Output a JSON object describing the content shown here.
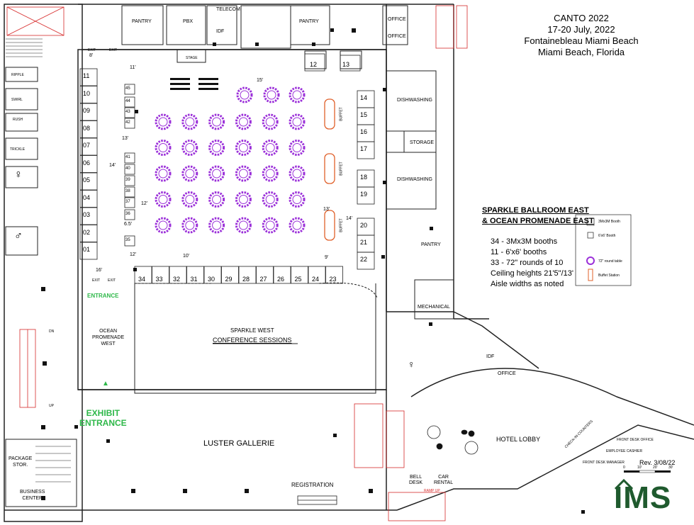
{
  "event": {
    "title": "CANTO 2022",
    "dates": "17-20 July, 2022",
    "venue": "Fontainebleau Miami Beach",
    "city": "Miami Beach, Florida"
  },
  "subtitle": {
    "line1": "SPARKLE BALLROOM EAST",
    "line2": "& OCEAN PROMENADE EAST"
  },
  "specs": [
    "34 - 3Mx3M booths",
    "11 - 6'x6' booths",
    "33 - 72\" rounds of 10",
    "Ceiling heights 21'5\"/13'",
    "Aisle widths as noted"
  ],
  "legend": {
    "booth3m": "3Mx3M Booth",
    "booth6": "6'x6' Booth",
    "round": "72\" round table",
    "buffet": "Buffet Station"
  },
  "revision": "Rev. 3/08/22",
  "logo": "IMS",
  "colors": {
    "tables": "#9b30d9",
    "buffet": "#e0602a",
    "entrance": "#2fb84a",
    "fire": "#d62a2a",
    "logo": "#1f5a2e"
  },
  "rooms": {
    "pantry1": "PANTRY",
    "pbx": "PBX",
    "telecom": "TELECOM",
    "idf": "IDF",
    "pantry2": "PANTRY",
    "office1": "OFFICE",
    "office2": "OFFICE",
    "stage": "STAGE",
    "dishwashing1": "DISHWASHING",
    "storage": "STORAGE",
    "dishwashing2": "DISHWASHING",
    "pantry3": "PANTRY",
    "mechanical": "MECHANICAL",
    "ripple": "RIPPLE",
    "swirl": "SWIRL",
    "rush": "RUSH",
    "trickle": "TRICKLE",
    "entrance": "ENTRANCE",
    "ocean_promenade": [
      "OCEAN",
      "PROMENADE",
      "WEST"
    ],
    "sparkle_west": "SPARKLE WEST",
    "conference": "CONFERENCE SESSIONS",
    "exhibit_entrance": [
      "EXHIBIT",
      "ENTRANCE"
    ],
    "luster": "LUSTER GALLERIE",
    "package": [
      "PACKAGE",
      "STOR."
    ],
    "business": [
      "BUSINESS",
      "CENTER"
    ],
    "registration": "REGISTRATION",
    "bell_desk": [
      "BELL",
      "DESK"
    ],
    "car_rental": [
      "CAR",
      "RENTAL"
    ],
    "hotel_lobby": "HOTEL LOBBY",
    "office3": "OFFICE",
    "idf2": "IDF",
    "check_in": "CHECK-IN COUNTERS",
    "front_desk_office": "FRONT DESK OFFICE",
    "front_desk_manager": "FRONT DESK MANAGER",
    "employee_cashier": "EMPLOYEE CASHIER",
    "buffet": "BUFFET",
    "exit": "EXIT",
    "dn": "DN",
    "up": "UP",
    "ramp_up": "RAMP UP"
  },
  "booths_left": [
    "11",
    "10",
    "09",
    "08",
    "07",
    "06",
    "05",
    "04",
    "03",
    "02",
    "01"
  ],
  "booths_right": [
    "14",
    "15",
    "16",
    "17",
    "18",
    "19",
    "20",
    "21",
    "22"
  ],
  "booths_top": [
    "12",
    "13"
  ],
  "booths_bottom": [
    "34",
    "33",
    "32",
    "31",
    "30",
    "29",
    "28",
    "27",
    "26",
    "25",
    "24",
    "23"
  ],
  "booths_small": [
    "45",
    "44",
    "43",
    "42",
    "41",
    "40",
    "39",
    "38",
    "37",
    "36",
    "35"
  ],
  "dims": {
    "d15": "15'",
    "d11": "11'",
    "d14": "14'",
    "d13a": "13'",
    "d12a": "12'",
    "d65": "6.5'",
    "d12b": "12'",
    "d10": "10'",
    "d9": "9'",
    "d16": "16'",
    "d8": "8'",
    "d13b": "13'",
    "d14b": "14'"
  },
  "scale_labels": [
    "0",
    "10'",
    "20'",
    "30'"
  ]
}
